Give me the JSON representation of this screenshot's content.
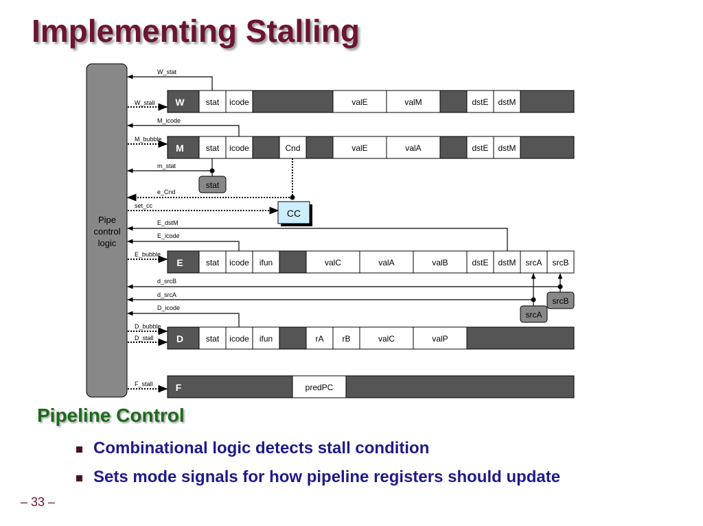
{
  "slide": {
    "title": "Implementing Stalling",
    "subtitle": "Pipeline Control",
    "bullets": [
      "Combinational logic detects stall condition",
      "Sets mode signals for how pipeline registers should update"
    ],
    "page_number": "– 33 –"
  },
  "diagram": {
    "control_block": [
      "Pipe",
      "control",
      "logic"
    ],
    "colors": {
      "register": "#555555",
      "field": "#ffffff",
      "control_block": "#888888",
      "cc": "#cceeff",
      "title": "#6b1530",
      "subtitle": "#1c6a1c",
      "bullets": "#1e1a8a"
    },
    "registers": {
      "W": {
        "label": "W",
        "fields": [
          "stat",
          "icode",
          "valE",
          "valM",
          "dstE",
          "dstM"
        ]
      },
      "M": {
        "label": "M",
        "fields": [
          "stat",
          "icode",
          "Cnd",
          "valE",
          "valA",
          "dstE",
          "dstM"
        ]
      },
      "E": {
        "label": "E",
        "fields": [
          "stat",
          "icode",
          "ifun",
          "valC",
          "valA",
          "valB",
          "dstE",
          "dstM",
          "srcA",
          "srcB"
        ]
      },
      "D": {
        "label": "D",
        "fields": [
          "stat",
          "icode",
          "ifun",
          "rA",
          "rB",
          "valC",
          "valP"
        ]
      },
      "F": {
        "label": "F",
        "fields": [
          "predPC"
        ]
      }
    },
    "signals": {
      "W_stat": "W_stat",
      "W_stall": "W_stall",
      "M_icode": "M_icode",
      "M_bubble": "M_bubble",
      "m_stat": "m_stat",
      "e_Cnd": "e_Cnd",
      "set_cc": "set_cc",
      "E_dstM": "E_dstM",
      "E_icode": "E_icode",
      "E_bubble": "E_bubble",
      "d_srcB": "d_srcB",
      "d_srcA": "d_srcA",
      "D_icode": "D_icode",
      "D_bubble": "D_bubble",
      "D_stall": "D_stall",
      "F_stall": "F_stall"
    },
    "logic_blocks": {
      "stat": "stat",
      "cc": "CC",
      "srcA": "srcA",
      "srcB": "srcB"
    }
  }
}
